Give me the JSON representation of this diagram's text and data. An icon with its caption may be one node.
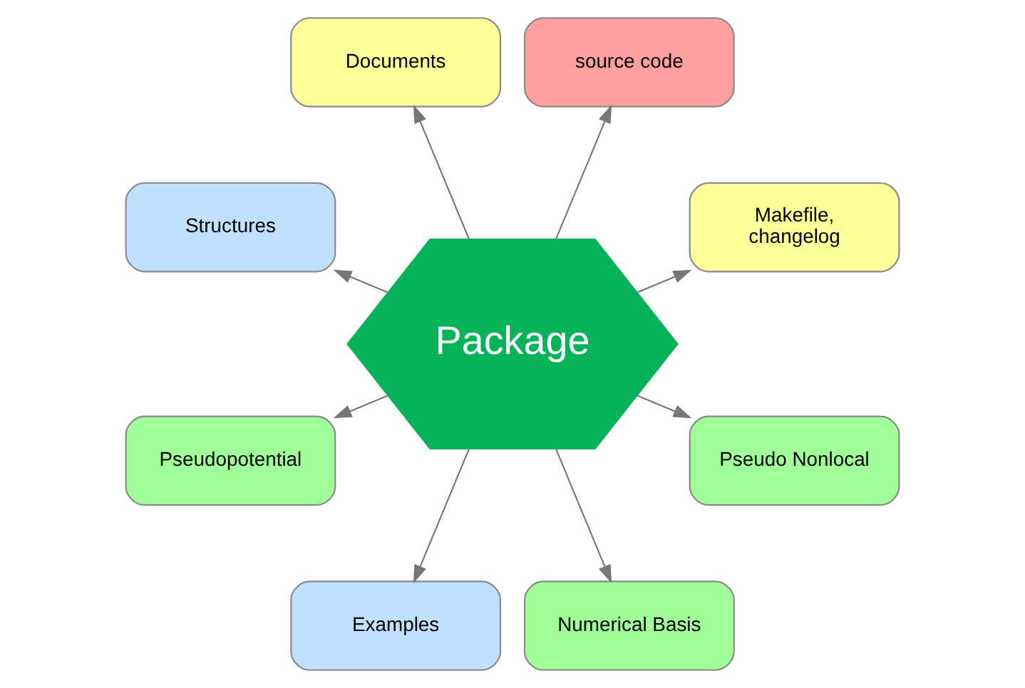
{
  "diagram": {
    "nodes": [
      {
        "text": [
          "Package"
        ]
      },
      {
        "text": [
          "Makefile, changelog"
        ]
      },
      {
        "text": [
          "source code"
        ]
      },
      {
        "text": [
          "Documents"
        ]
      },
      {
        "text": [
          "Structures"
        ]
      },
      {
        "text": [
          "Pseudopotential"
        ]
      },
      {
        "text": [
          "Examples"
        ]
      },
      {
        "text": [
          "Numerical Basis"
        ]
      },
      {
        "text": [
          "Pseudo Nonlocal"
        ]
      }
    ],
    "edges": [
      {
        "from": 0,
        "to": 1,
        "arrow": "to"
      },
      {
        "from": 0,
        "to": 2,
        "arrow": "to"
      },
      {
        "from": 0,
        "to": 3,
        "arrow": "to"
      },
      {
        "from": 0,
        "to": 4,
        "arrow": "to"
      },
      {
        "from": 0,
        "to": 5,
        "arrow": "to"
      },
      {
        "from": 0,
        "to": 6,
        "arrow": "to"
      },
      {
        "from": 0,
        "to": 7,
        "arrow": "to"
      },
      {
        "from": 0,
        "to": 8,
        "arrow": "to"
      }
    ]
  }
}
